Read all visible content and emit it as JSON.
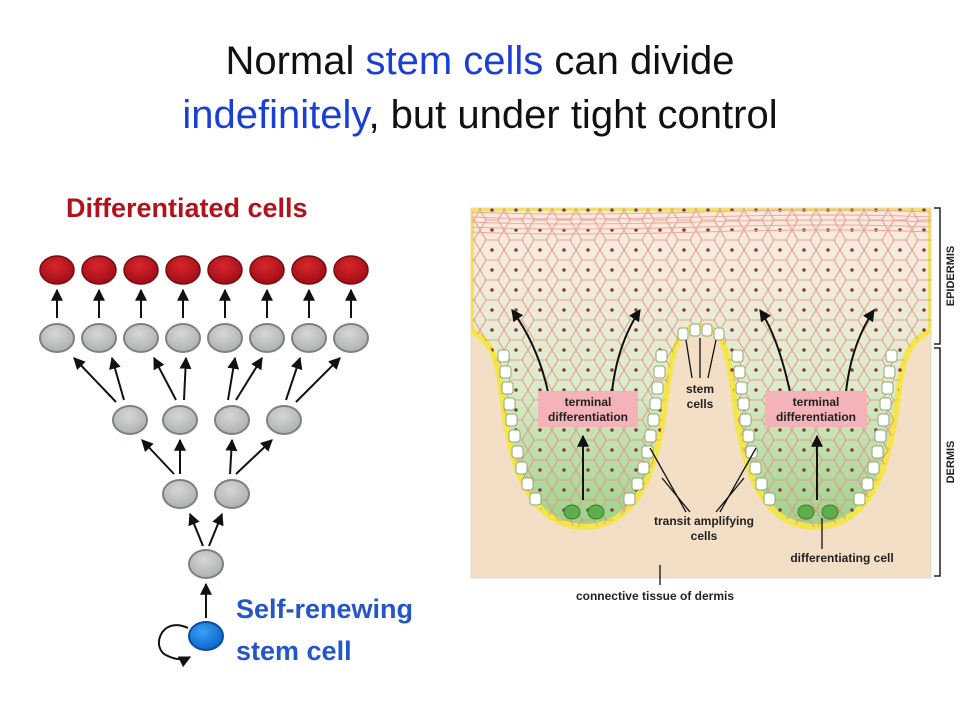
{
  "title": {
    "line1_a": "Normal ",
    "line1_b": "stem cells",
    "line1_c": " can divide",
    "line2_a": "indefinitely",
    "line2_b": ", but under tight control"
  },
  "left_diagram": {
    "top_label": "Differentiated cells",
    "stem_label_1": "Self-renewing",
    "stem_label_2": "stem cell"
  },
  "skin_diagram": {
    "terminal_1a": "terminal",
    "terminal_1b": "differentiation",
    "terminal_2a": "terminal",
    "terminal_2b": "differentiation",
    "stem_a": "stem",
    "stem_b": "cells",
    "transit_a": "transit amplifying",
    "transit_b": "cells",
    "differentiating": "differentiating cell",
    "connective": "connective tissue of dermis",
    "epidermis": "EPIDERMIS",
    "dermis": "DERMIS"
  },
  "colors": {
    "title_blue": "#1a3fd8",
    "differentiated_red": "#b3111b",
    "stem_blue": "#2356c8",
    "terminal_box": "#f4b3b8"
  }
}
